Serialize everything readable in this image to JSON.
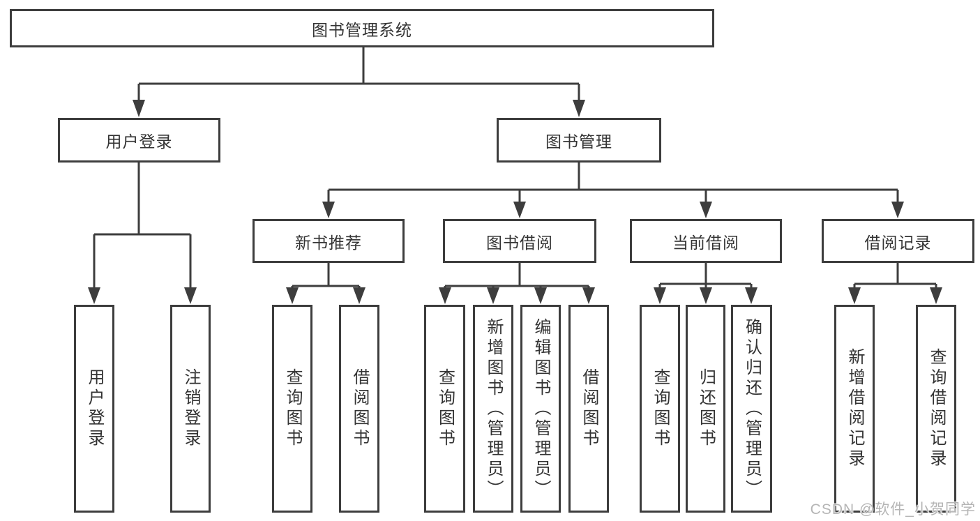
{
  "diagram": {
    "root": {
      "label": "图书管理系统"
    },
    "level2": [
      {
        "label": "用户登录"
      },
      {
        "label": "图书管理"
      }
    ],
    "level3": [
      {
        "label": "新书推荐"
      },
      {
        "label": "图书借阅"
      },
      {
        "label": "当前借阅"
      },
      {
        "label": "借阅记录"
      }
    ],
    "leaves": {
      "user_login": [
        {
          "label": "用户登录"
        },
        {
          "label": "注销登录"
        }
      ],
      "new_book_recommend": [
        {
          "label": "查询图书"
        },
        {
          "label": "借阅图书"
        }
      ],
      "book_borrowing": [
        {
          "label": "查询图书"
        },
        {
          "label": "新增图书（管理员）"
        },
        {
          "label": "编辑图书（管理员）"
        },
        {
          "label": "借阅图书"
        }
      ],
      "current_borrowing": [
        {
          "label": "查询图书"
        },
        {
          "label": "归还图书"
        },
        {
          "label": "确认归还（管理员）"
        }
      ],
      "borrowing_records": [
        {
          "label": "新增借阅记录"
        },
        {
          "label": "查询借阅记录"
        }
      ]
    },
    "watermark": "CSDN @软件_小贺同学",
    "colors": {
      "line": "#3d3d3d",
      "text": "#333333",
      "background": "#ffffff",
      "watermark": "#b5b5b5"
    }
  }
}
